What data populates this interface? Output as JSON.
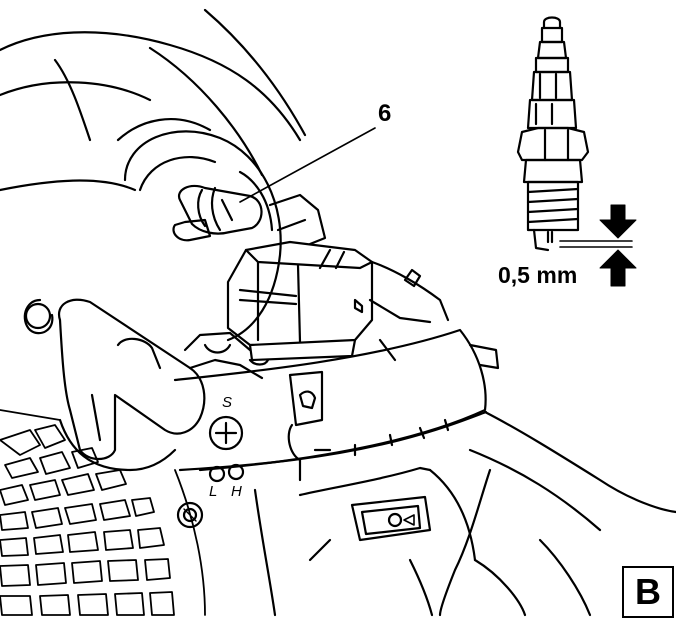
{
  "callout_number": "6",
  "electrode_gap": "0,5 mm",
  "knob_labels": {
    "s": "S",
    "l": "L",
    "h": "H"
  },
  "panel_letter": "B",
  "colors": {
    "line": "#000000",
    "fill": "#ffffff"
  },
  "icons": [
    "spark-plug-icon",
    "gap-arrow-down-icon",
    "gap-arrow-up-icon",
    "stop-switch-icon",
    "decompression-valve-icon"
  ]
}
